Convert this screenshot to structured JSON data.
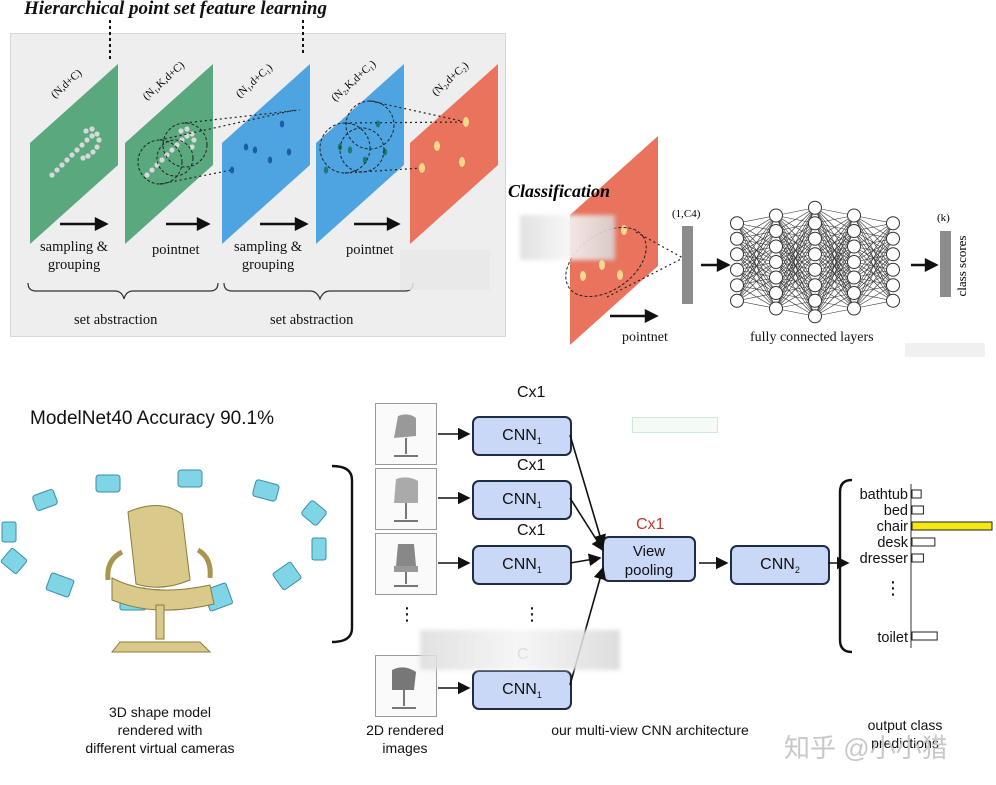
{
  "top": {
    "title": "Hierarchical point set feature learning",
    "layer_labels": [
      "(N,d+C)",
      "(N₁,K,d+C)",
      "(N₁,d+C₁)",
      "(N₂,K,d+C₁)",
      "(N₂,d+C₂)"
    ],
    "step_labels": [
      "sampling &\ngrouping",
      "pointnet",
      "sampling &\ngrouping",
      "pointnet"
    ],
    "group_labels": [
      "set abstraction",
      "set abstraction"
    ],
    "classification": {
      "title": "Classification",
      "vector_label": "(1,C4)",
      "output_label": "(k)",
      "step_label": "pointnet",
      "fc_label": "fully connected layers",
      "scores_label": "class scores"
    },
    "colors": {
      "green": "#5aa87e",
      "blue": "#4ea3e1",
      "red": "#e9735d",
      "gray": "#8c8c8c"
    }
  },
  "bottom": {
    "accuracy": "ModelNet40 Accuracy 90.1%",
    "model_caption": "3D shape model\nrendered with\ndifferent virtual cameras",
    "images_caption": "2D rendered\nimages",
    "arch_caption": "our multi-view CNN architecture",
    "output_caption": "output class\npredictions",
    "cnn1": "CNN",
    "cnn1_sub": "1",
    "cnn2": "CNN",
    "cnn2_sub": "2",
    "cx_labels": [
      "Cx1",
      "Cx1",
      "Cx1",
      "C"
    ],
    "view_cx": "Cx1",
    "view_pooling": "View\npooling",
    "dots": "⋮",
    "classes": [
      "bathtub",
      "bed",
      "chair",
      "desk",
      "dresser",
      "toilet"
    ],
    "class_scores": [
      0.08,
      0.1,
      0.7,
      0.2,
      0.1,
      0.22
    ],
    "highlight_color": "#f5e614"
  },
  "watermark": "知乎 @小小猎"
}
